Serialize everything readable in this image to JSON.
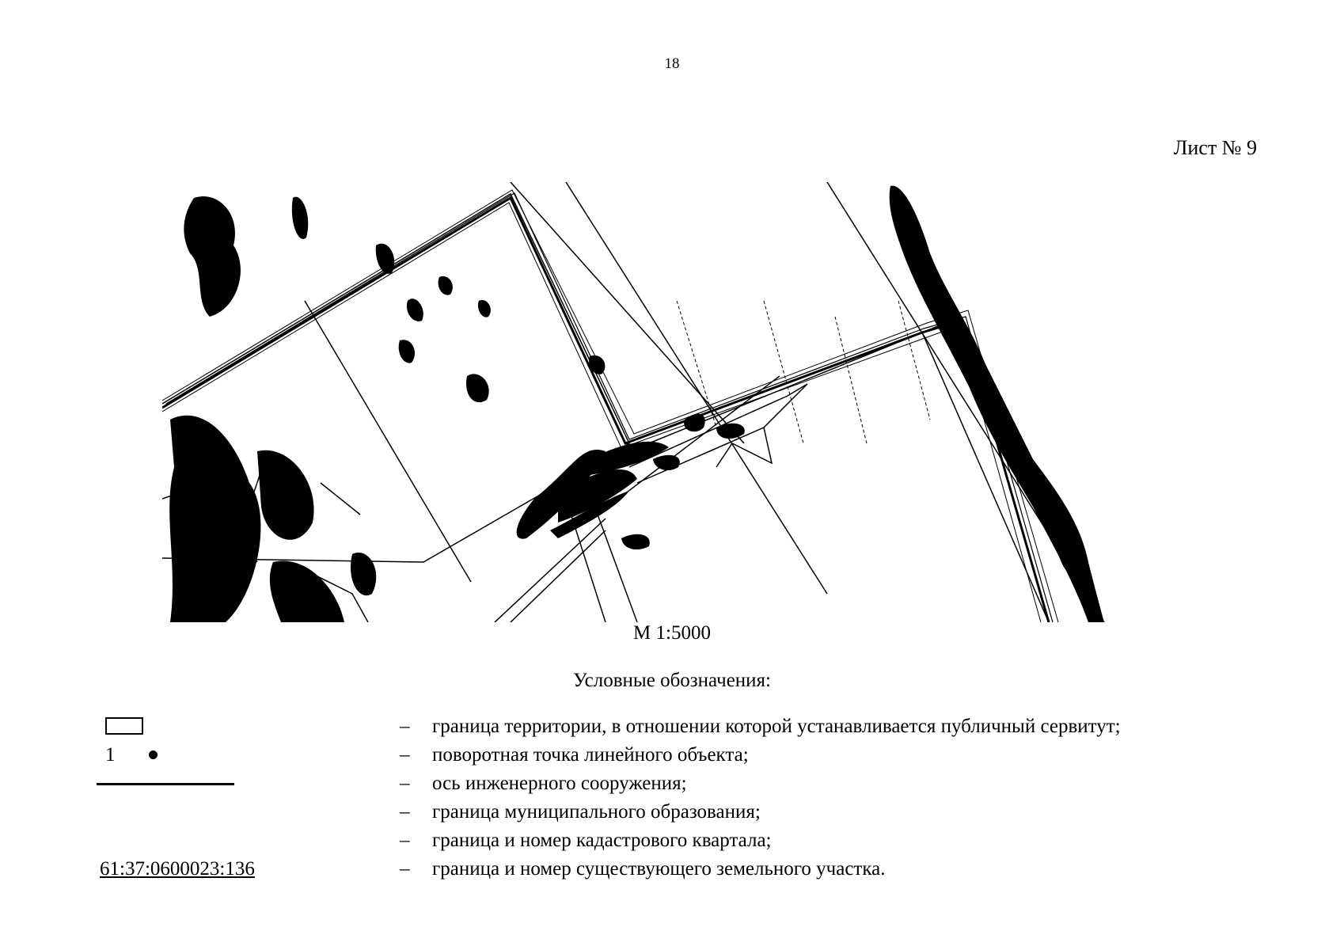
{
  "page": {
    "number": "18",
    "sheet": "Лист № 9"
  },
  "map": {
    "scale": "М 1:5000",
    "colors": {
      "line": "#000000",
      "background": "#ffffff"
    }
  },
  "legend": {
    "title": "Условные обозначения:",
    "items": [
      {
        "symbol": "rectangle-outline",
        "dash": "–",
        "text": "граница территории, в отношении которой устанавливается публичный сервитут;"
      },
      {
        "symbol": "point",
        "label": "1",
        "dash": "–",
        "text": "поворотная точка линейного объекта;"
      },
      {
        "symbol": "thick-line",
        "dash": "–",
        "text": "ось инженерного сооружения;"
      },
      {
        "symbol": "none",
        "dash": "–",
        "text": "граница муниципального образования;"
      },
      {
        "symbol": "none",
        "dash": "–",
        "text": "граница и номер кадастрового квартала;"
      },
      {
        "symbol": "parcel-number",
        "label": "61:37:0600023:136",
        "dash": "–",
        "text": "граница и номер существующего земельного участка."
      }
    ]
  }
}
